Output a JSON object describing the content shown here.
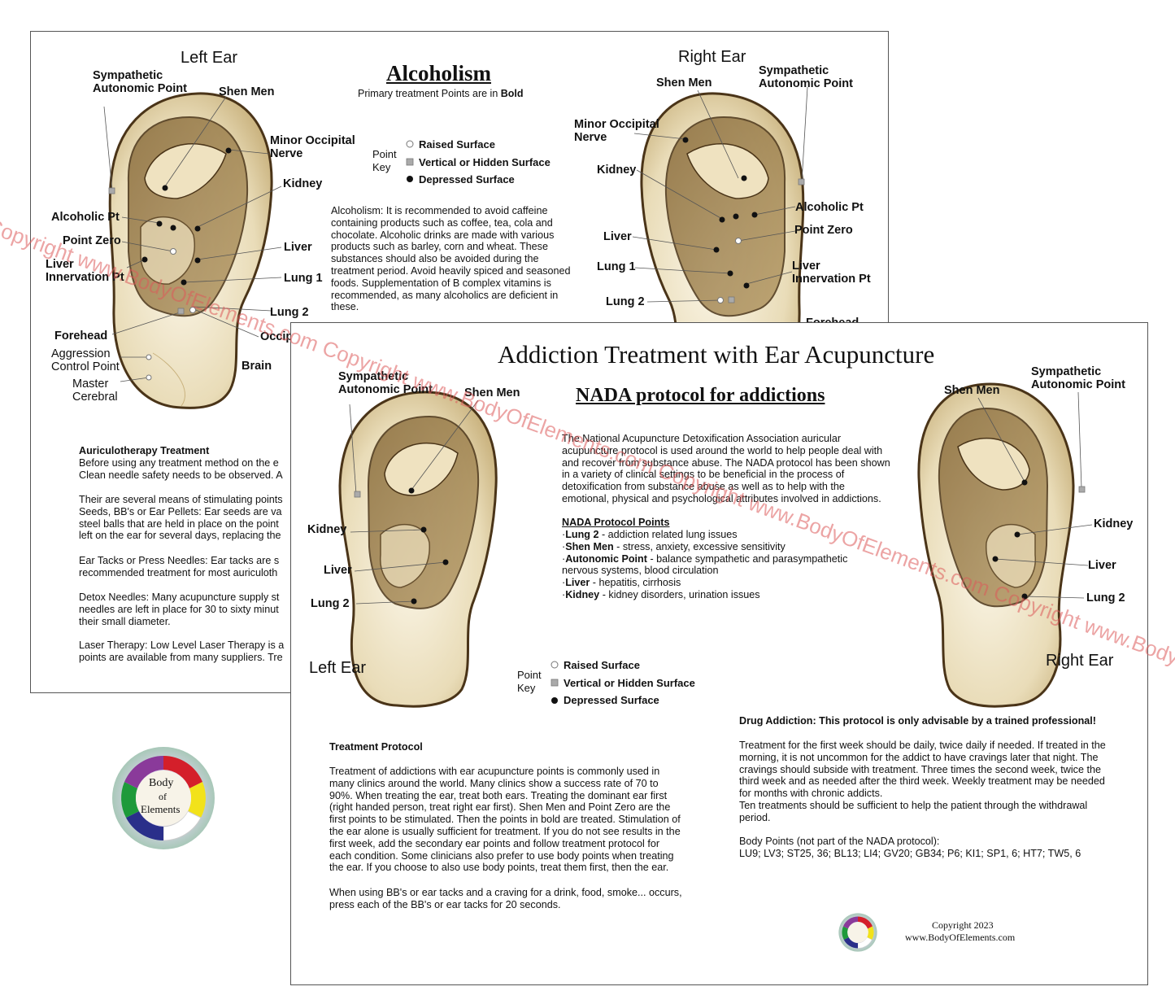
{
  "back_sheet": {
    "left_ear_title": "Left Ear",
    "right_ear_title": "Right Ear",
    "title": "Alcoholism",
    "subtitle_prefix": "Primary treatment Points are in ",
    "subtitle_bold": "Bold",
    "left_labels": {
      "sympathetic": "Sympathetic\nAutonomic Point",
      "shen_men": "Shen Men",
      "minor_occipital": "Minor Occipital\nNerve",
      "kidney": "Kidney",
      "alcoholic_pt": "Alcoholic Pt",
      "point_zero": "Point Zero",
      "liver": "Liver",
      "liver_innervation": "Liver\nInnervation Pt",
      "lung1": "Lung 1",
      "lung2": "Lung 2",
      "forehead": "Forehead",
      "occipital": "Occip",
      "brain": "Brain",
      "aggression": "Aggression\nControl Point",
      "master_cerebral": "Master\nCerebral"
    },
    "right_labels": {
      "shen_men": "Shen Men",
      "sympathetic": "Sympathetic\nAutonomic Point",
      "minor_occipital": "Minor Occipital\nNerve",
      "kidney": "Kidney",
      "alcoholic_pt": "Alcoholic Pt",
      "point_zero": "Point Zero",
      "liver": "Liver",
      "lung1": "Lung 1",
      "liver_innervation": "Liver\nInnervation Pt",
      "lung2": "Lung 2",
      "forehead": "Forehead"
    },
    "point_key": {
      "label": "Point\nKey",
      "raised": "Raised Surface",
      "vertical": "Vertical or Hidden Surface",
      "depressed": "Depressed Surface"
    },
    "alcoholism_text": "Alcoholism: It is recommended to avoid caffeine\ncontaining products such as coffee, tea, cola and\nchocolate. Alcoholic drinks are made with various\nproducts such as barley, corn and wheat. These\nsubstances should also be avoided during the\ntreatment period.  Avoid heavily spiced and seasoned\nfoods. Supplementation of B complex vitamins is\nrecommended, as many alcoholics are deficient in\nthese.",
    "auriculo_heading": "Auriculotherapy Treatment",
    "auriculo_p1": "Before using any treatment method on the e\nClean needle safety needs to be observed. A",
    "auriculo_p2": "Their are several means of stimulating points\nSeeds, BB's or Ear Pellets: Ear seeds are va\nsteel balls that are held in place on the point\nleft on the ear for several days, replacing the",
    "auriculo_p3": "Ear Tacks or Press Needles: Ear tacks are s\nrecommended treatment for most auriculoth",
    "auriculo_p4": "Detox Needles: Many acupuncture supply st\nneedles are left in place for 30 to sixty minut\ntheir small diameter.",
    "auriculo_p5": "Laser Therapy: Low Level Laser Therapy is a\npoints are available from many suppliers. Tre"
  },
  "logo": {
    "line1": "Body",
    "line2": "of",
    "line3": "Elements"
  },
  "front_sheet": {
    "title": "Addiction Treatment with Ear Acupuncture",
    "subtitle": "NADA protocol for addictions",
    "left_ear_title": "Left Ear",
    "right_ear_title": "Right Ear",
    "left_labels": {
      "sympathetic": "Sympathetic\nAutonomic Point",
      "shen_men": "Shen Men",
      "kidney": "Kidney",
      "liver": "Liver",
      "lung2": "Lung 2"
    },
    "right_labels": {
      "shen_men": "Shen Men",
      "sympathetic": "Sympathetic\nAutonomic Point",
      "kidney": "Kidney",
      "liver": "Liver",
      "lung2": "Lung 2"
    },
    "intro": "The National Acupuncture Detoxification Association auricular\nacupuncture protocol is used around the world to help people deal with\nand recover from substance abuse. The NADA protocol has been shown\nin a variety of clinical settings to be beneficial in the process of\ndetoxification from substance abuse as well as to help with the\nemotional, physical and psychological attributes involved in addictions.",
    "nada_heading": "NADA Protocol Points",
    "nada_points": [
      {
        "name": "Lung 2",
        "desc": " - addiction related lung issues"
      },
      {
        "name": "Shen Men",
        "desc": " - stress, anxiety, excessive sensitivity"
      },
      {
        "name": "Autonomic Point",
        "desc": " - balance sympathetic and parasympathetic\n  nervous systems, blood circulation"
      },
      {
        "name": "Liver",
        "desc": " - hepatitis, cirrhosis"
      },
      {
        "name": "Kidney",
        "desc": " - kidney disorders, urination issues"
      }
    ],
    "point_key": {
      "label": "Point\nKey",
      "raised": "Raised Surface",
      "vertical": "Vertical or Hidden Surface",
      "depressed": "Depressed Surface"
    },
    "treatment_heading": "Treatment Protocol",
    "treatment_p1": "Treatment of addictions with ear acupuncture points is commonly used in\nmany clinics around the world. Many clinics show a success rate of 70 to\n90%. When treating the ear, treat both ears. Treating the dominant ear first\n(right handed person, treat right ear first). Shen Men and Point Zero are the\nfirst points to be stimulated. Then the points in bold are treated. Stimulation of\nthe ear alone is usually sufficient for treatment. If you do not see results in the\nfirst week, add the secondary ear points and follow treatment protocol for\neach condition. Some clinicians also prefer to use body points when treating\nthe ear. If you choose to also use body points, treat them first, then the ear.",
    "treatment_p2": "When using BB's or ear tacks and a craving for a drink, food, smoke... occurs,\npress each of the BB's or ear tacks for 20 seconds.",
    "drug_heading": "Drug Addiction: This protocol is only advisable by a trained professional!",
    "drug_p1": "Treatment for the first week should be daily, twice daily if needed. If treated in the\nmorning, it is not uncommon for the addict to have cravings later that night. The\ncravings should subside with treatment. Three times the second week, twice the\nthird week and as needed after the third week. Weekly treatment may be needed\nfor months with chronic addicts.\nTen treatments should be sufficient to help the patient through the withdrawal\nperiod.",
    "body_points_heading": "Body Points (not part of the NADA protocol):",
    "body_points": "LU9; LV3; ST25, 36; BL13; LI4; GV20; GB34; P6; KI1; SP1, 6; HT7; TW5, 6",
    "copyright": "Copyright 2023",
    "website": "www.BodyOfElements.com"
  },
  "watermark": "Copyright www.BodyOfElements.com Copyright www.BodyOfElements.com Copyright www.BodyOfElements.com Copyright www.BodyOfElements.com Copyright www.BodyOfEleme",
  "colors": {
    "ear_outline": "#4a3418",
    "ear_fill_light": "#f3ead2",
    "ear_fill_mid": "#d9c59a",
    "ear_fossa": "#a08656",
    "watermark": "#dc5a5a"
  }
}
